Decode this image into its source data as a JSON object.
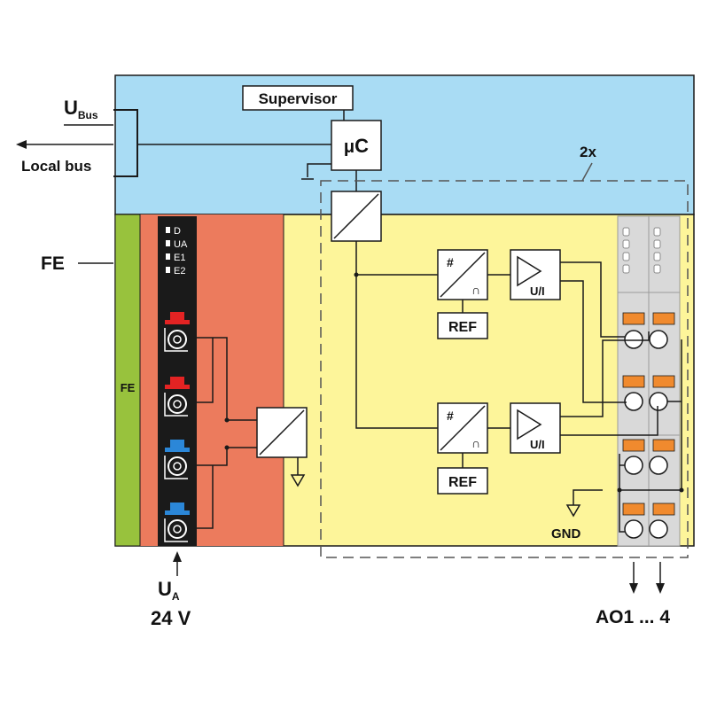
{
  "labels": {
    "ubus_main": "U",
    "ubus_sub": "Bus",
    "local_bus": "Local bus",
    "supervisor": "Supervisor",
    "uc_mu": "μ",
    "uc_c": "C",
    "multiplier": "2x",
    "fe_left": "FE",
    "fe_strip": "FE",
    "led_d": "D",
    "led_ua": "UA",
    "led_e1": "E1",
    "led_e2": "E2",
    "dac_hash": "#",
    "dac_cap": "∩",
    "ui": "U/I",
    "ref": "REF",
    "gnd": "GND",
    "ua_main": "U",
    "ua_sub": "A",
    "voltage": "24 V",
    "outputs": "AO1 ... 4"
  },
  "colors": {
    "bus_area": "#a9dcf4",
    "io_area": "#fdf59a",
    "power_area": "#ec7b5d",
    "fe_strip": "#98c23d",
    "connector": "#1a1a1a",
    "terminal": "#d9d9d9",
    "spring_latch": "#f08a2e",
    "red_latch": "#e32323",
    "blue_latch": "#2b87d8",
    "line": "#1a1a1a"
  }
}
